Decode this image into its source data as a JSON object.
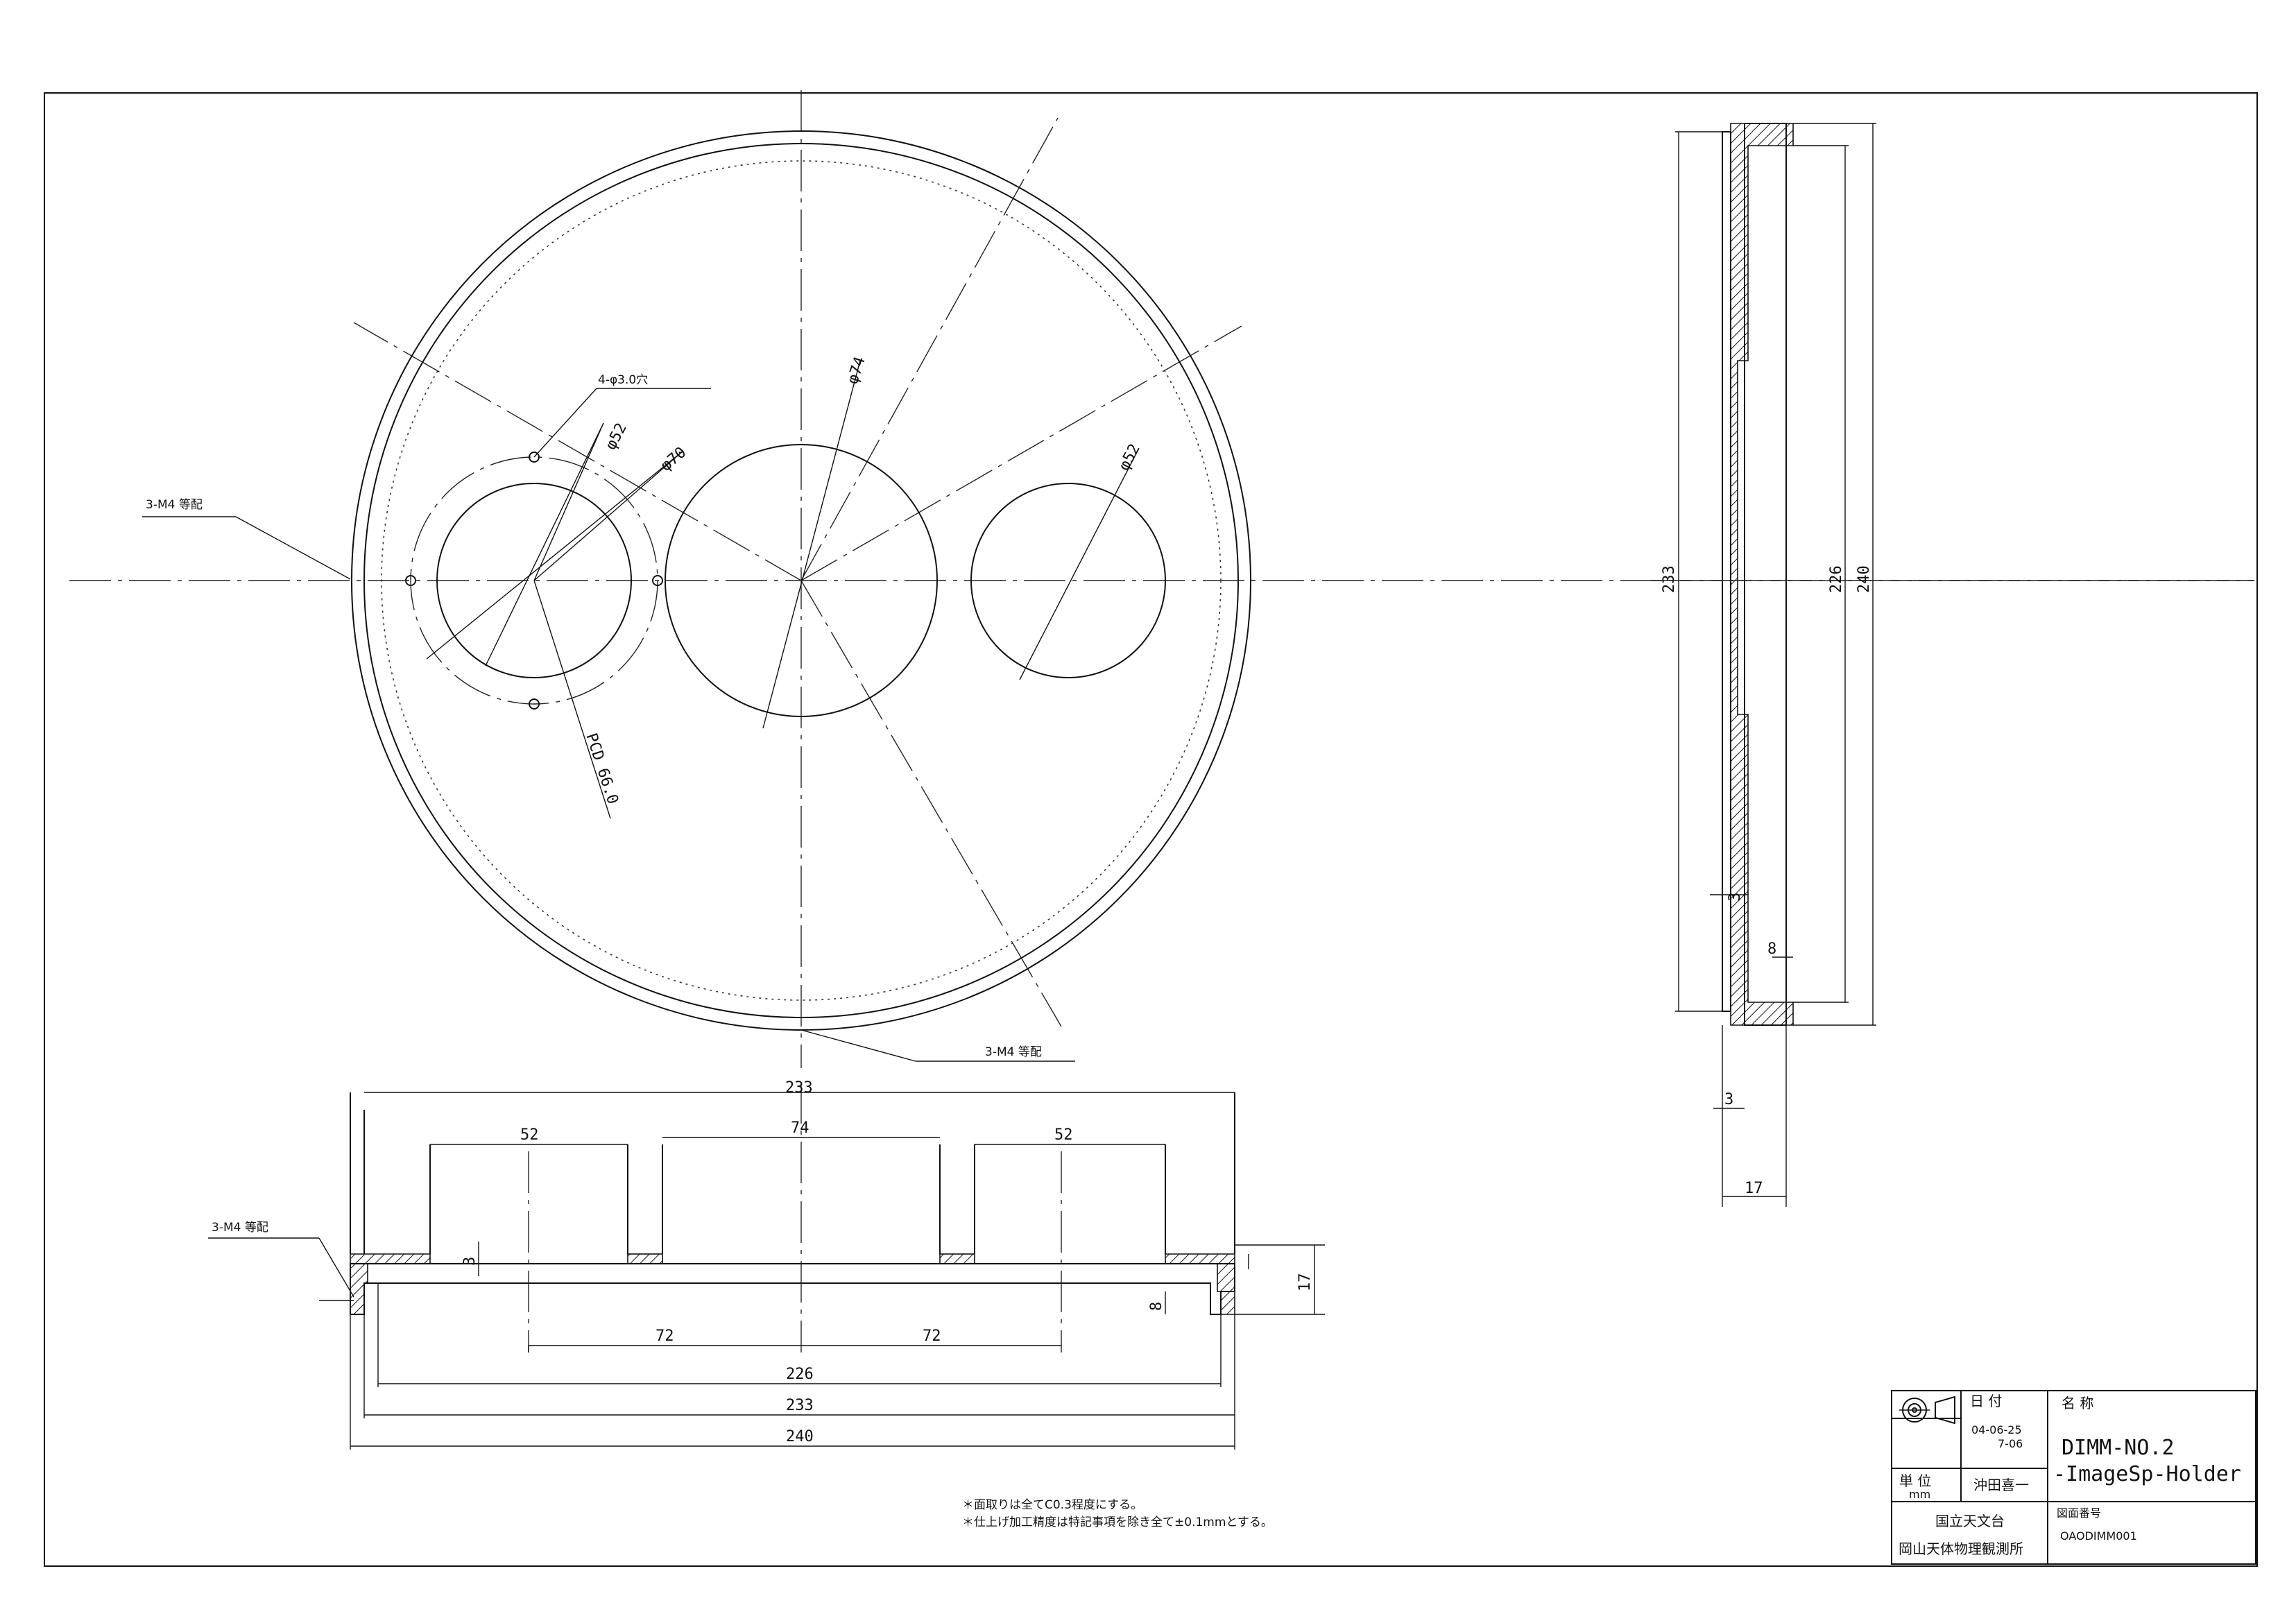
{
  "front_view": {
    "hole_note": "4-φ3.0穴",
    "tap_note_left": "3-M4 等配",
    "tap_note_bottom": "3-M4 等配",
    "dia_left": "φ52",
    "dia_pcd_circle": "φ70",
    "dia_center": "φ74",
    "dia_right": "φ52",
    "pcd": "PCD 66.0"
  },
  "section_view": {
    "tap_note": "3-M4 等配",
    "dim_overall_top": "233",
    "dim_hole_left": "52",
    "dim_hole_center": "74",
    "dim_hole_right": "52",
    "dim_offset_left": "72",
    "dim_offset_right": "72",
    "dim_inner": "226",
    "dim_mid": "233",
    "dim_outer": "240",
    "dim_plate": "3",
    "dim_lip": "8",
    "dim_height": "17"
  },
  "side_view": {
    "dim_233": "233",
    "dim_226": "226",
    "dim_240": "240",
    "dim_3_upper": "3",
    "dim_8": "8",
    "dim_3_lower": "3",
    "dim_17": "17"
  },
  "notes": {
    "line1": "＊面取りは全てC0.3程度にする。",
    "line2": "＊仕上げ加工精度は特記事項を除き全て±0.1mmとする。"
  },
  "title_block": {
    "date_label": "日 付",
    "date_value1": "04-06-25",
    "date_value2": "7-06",
    "name_label": "名 称",
    "title_line1": "DIMM-NO.2",
    "title_line2": "-ImageSp-Holder",
    "unit_label": "単 位",
    "unit_value": "mm",
    "designer": "沖田喜一",
    "organization": "国立天文台",
    "observatory": "岡山天体物理観測所",
    "drawing_no_label": "図面番号",
    "drawing_no": "OAODIMM001"
  }
}
